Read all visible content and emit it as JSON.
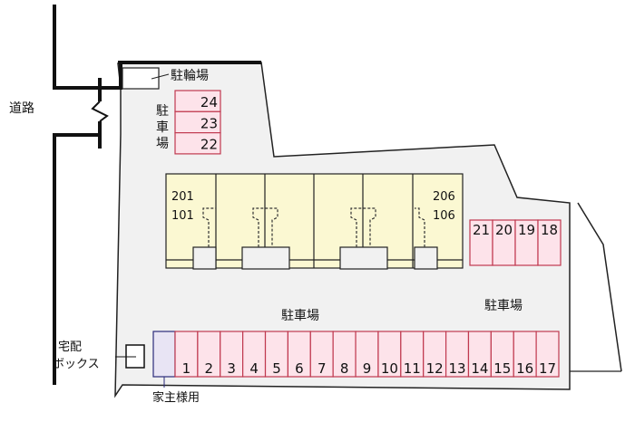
{
  "labels": {
    "road": "道路",
    "bicycle_parking": "駐輪場",
    "parking_vertical": [
      "駐",
      "車",
      "場"
    ],
    "parking_center": "駐車場",
    "parking_right": "駐車場",
    "delivery_box_line1": "宅配",
    "delivery_box_line2": "ボックス",
    "owner_use": "家主様用"
  },
  "units": {
    "left_upper": "201",
    "left_lower": "101",
    "right_upper": "206",
    "right_lower": "106"
  },
  "parking_left_stack": [
    "24",
    "23",
    "22"
  ],
  "parking_right_block": [
    "21",
    "20",
    "19",
    "18"
  ],
  "parking_bottom_row": [
    "1",
    "2",
    "3",
    "4",
    "5",
    "6",
    "7",
    "8",
    "9",
    "10",
    "11",
    "12",
    "13",
    "14",
    "15",
    "16",
    "17"
  ],
  "colors": {
    "lot": "#f1f1f1",
    "parking_fill": "#fde3ea",
    "parking_border": "#c0394f",
    "building_fill": "#fbf8d2",
    "owner_border": "#2b2b7a"
  }
}
